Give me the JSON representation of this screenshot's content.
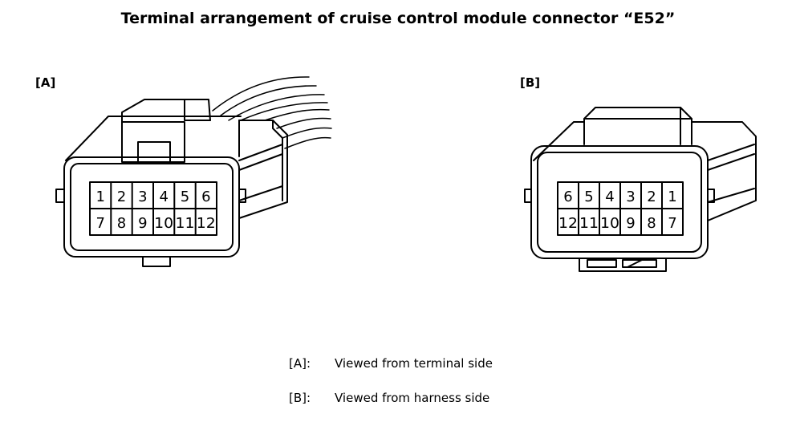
{
  "title": "Terminal arrangement of cruise control module connector “E52”",
  "views": {
    "a": {
      "label": "[A]",
      "top_row": [
        "1",
        "2",
        "3",
        "4",
        "5",
        "6"
      ],
      "bottom_row": [
        "7",
        "8",
        "9",
        "10",
        "11",
        "12"
      ]
    },
    "b": {
      "label": "[B]",
      "top_row": [
        "6",
        "5",
        "4",
        "3",
        "2",
        "1"
      ],
      "bottom_row": [
        "12",
        "11",
        "10",
        "9",
        "8",
        "7"
      ]
    }
  },
  "legend": [
    {
      "key": "[A]:",
      "text": "Viewed from terminal side"
    },
    {
      "key": "[B]:",
      "text": "Viewed from harness side"
    }
  ],
  "colors": {
    "line": "#000000",
    "background": "#ffffff"
  }
}
